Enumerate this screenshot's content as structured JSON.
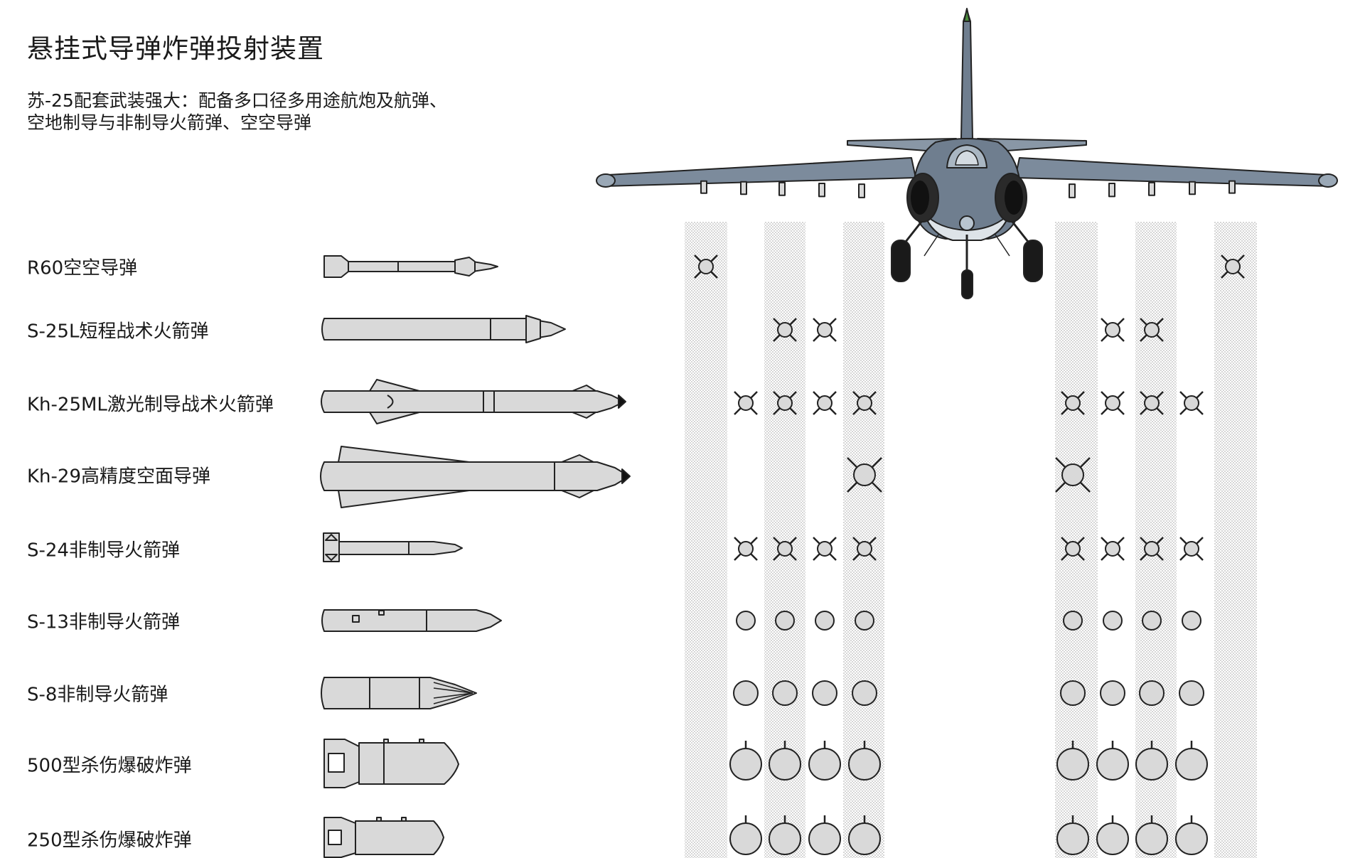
{
  "title": "悬挂式导弹炸弹投射装置",
  "subtitle": {
    "line1": "苏-25配套武装强大：配备多口径多用途航炮及航弹、",
    "line2": "空地制导与非制导火箭弹、空空导弹"
  },
  "hardpoints": [
    "P1",
    "P2",
    "P3",
    "P4",
    "P5",
    "P6",
    "P7",
    "P8",
    "P9",
    "P10"
  ],
  "weapons": [
    {
      "label": "R60空空导弹",
      "icon": "r60-missile-icon",
      "marker": "cross-small",
      "stations": [
        "P1",
        "P10"
      ]
    },
    {
      "label": "S-25L短程战术火箭弹",
      "icon": "s25l-rocket-icon",
      "marker": "cross-small",
      "stations": [
        "P3",
        "P4",
        "P7",
        "P8"
      ]
    },
    {
      "label": "Kh-25ML激光制导战术火箭弹",
      "icon": "kh25ml-missile-icon",
      "marker": "cross-small",
      "stations": [
        "P2",
        "P3",
        "P4",
        "P5",
        "P6",
        "P7",
        "P8",
        "P9"
      ]
    },
    {
      "label": "Kh-29高精度空面导弹",
      "icon": "kh29-missile-icon",
      "marker": "cross-large",
      "stations": [
        "P5",
        "P6"
      ]
    },
    {
      "label": "S-24非制导火箭弹",
      "icon": "s24-rocket-icon",
      "marker": "cross-small",
      "stations": [
        "P2",
        "P3",
        "P4",
        "P5",
        "P6",
        "P7",
        "P8",
        "P9"
      ]
    },
    {
      "label": "S-13非制导火箭弹",
      "icon": "s13-pod-icon",
      "marker": "circle-small",
      "stations": [
        "P2",
        "P3",
        "P4",
        "P5",
        "P6",
        "P7",
        "P8",
        "P9"
      ]
    },
    {
      "label": "S-8非制导火箭弹",
      "icon": "s8-pod-icon",
      "marker": "circle-medium",
      "stations": [
        "P2",
        "P3",
        "P4",
        "P5",
        "P6",
        "P7",
        "P8",
        "P9"
      ]
    },
    {
      "label": "500型杀伤爆破炸弹",
      "icon": "fab500-bomb-icon",
      "marker": "circle-large-lug",
      "stations": [
        "P2",
        "P3",
        "P4",
        "P5",
        "P6",
        "P7",
        "P8",
        "P9"
      ]
    },
    {
      "label": "250型杀伤爆破炸弹",
      "icon": "fab250-bomb-icon",
      "marker": "circle-large-lug",
      "stations": [
        "P2",
        "P3",
        "P4",
        "P5",
        "P6",
        "P7",
        "P8",
        "P9"
      ]
    }
  ],
  "colors": {
    "fuselage": "#6f7e8f",
    "fuselage_light": "#8fa0b2",
    "belly": "#dde3e8",
    "nose_tip": "#4a8c3a",
    "weapon_fill": "#d9d9d9",
    "outline": "#222222",
    "column_dots": "#b9b9b9"
  }
}
